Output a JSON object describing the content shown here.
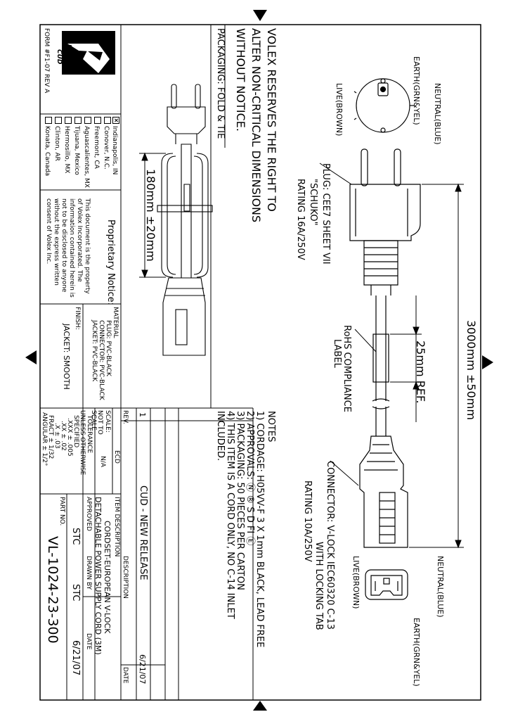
{
  "title_block": {
    "company": "Volex",
    "brand_subtitle": "CUD",
    "form_no": "FORM #F1-07 REV A",
    "locations": [
      {
        "label": "Indianapolis, IN",
        "checked": true
      },
      {
        "label": "Conover, N.C.",
        "checked": false
      },
      {
        "label": "Freemont, CA",
        "checked": false
      },
      {
        "label": "Aguascalientes, MX",
        "checked": false
      },
      {
        "label": "Tijuana, Mexico",
        "checked": false
      },
      {
        "label": "Hermosillo, MX",
        "checked": false
      },
      {
        "label": "Clinton, AR",
        "checked": false
      },
      {
        "label": "Konata, Canada",
        "checked": false
      }
    ],
    "proprietary_title": "Proprietary Notice:",
    "proprietary_lines": [
      "This document is the property",
      "of Volex Incorporated.  The",
      "information contained herein is",
      "not to be disclosed to anyone",
      "without the express written",
      "consent of Volex Inc."
    ],
    "material_label": "MATERIAL",
    "material_lines": [
      "PLUG: PVC-BLACK",
      "CONNECTOR: PVC-BLACK",
      "JACKET: PVC-BLACK"
    ],
    "finish_label": "FINISH:",
    "finish_value": "JACKET: SMOOTH",
    "rev_label": "REV.",
    "ecd_label": "ECD",
    "rev_number": "1",
    "rev_description": "CUD - NEW RELEASE",
    "rev_date": "6/21/07",
    "description_label": "DESCRIPTION",
    "date_label": "DATE",
    "scale_label": "SCALE:",
    "scale_value": "NOT TO SCALE",
    "na": "N/A",
    "tolerance_lines": [
      "TOLERANCE",
      "UNLESS OTHERWISE",
      "SPECIFIED",
      ".XXX ± .005",
      ".XX ± .02",
      ".X ± .03",
      "FRACT ± 1/32",
      "ANGULAR ± 1/2°"
    ],
    "item_description_label": "ITEM DESCRIPTION",
    "item_description_lines": [
      "CORDSET-EUROPEAN V-LOCK",
      "DETACHABLE POWER SUPPLY CORD (3M)"
    ],
    "approved_label": "APPROVED",
    "approved_value": "STC",
    "drawn_by_label": "DRAWN BY",
    "drawn_by_value": "STC",
    "date_value": "6/21/07",
    "part_no_label": "PART NO.",
    "part_no": "VL-1024-23-300"
  },
  "drawing": {
    "reserve_notice": [
      "VOLEX RESERVES THE RIGHT TO",
      "ALTER NON-CRITICAL DIMENSIONS",
      "WITHOUT NOTICE."
    ],
    "packaging_label": "PACKAGING: FOLD & TIE",
    "fold_dimension": "180mm ±20mm",
    "plug_callout": [
      "PLUG: CEE7 SHEET VII",
      "\"SCHUKO\"",
      "RATING 16A/250V"
    ],
    "plug_earth": "EARTH(GRN&YEL)",
    "plug_neutral": "NEUTRAL(BLUE)",
    "plug_live": "LIVE(BROWN)",
    "overall_length": "3000mm ±50mm",
    "label_ref": "25mm REF.",
    "rohs_label": [
      "RoHS COMPLIANCE",
      "LABEL"
    ],
    "connector_callout": [
      "CONNECTOR: V-LOCK IEC60320 C-13",
      "WITH LOCKING TAB",
      "RATING 10A/250V"
    ],
    "conn_neutral": "NEUTRAL(BLUE)",
    "conn_live": "LIVE(BROWN)",
    "conn_earth": "EARTH(GRN&YEL)",
    "notes_title": "NOTES",
    "notes": [
      "1) CORDAGE: H05VV-F 3 X 1mm  BLACK, LEAD FREE",
      "2) APPROVALS: Ⓝ ® S D FI Ⓔ",
      "3) PACKAGING: 50 PIECES PER CARTON",
      "4) THIS ITEM IS A CORD ONLY, NO C-14 INLET",
      "    INCLUDED."
    ]
  }
}
